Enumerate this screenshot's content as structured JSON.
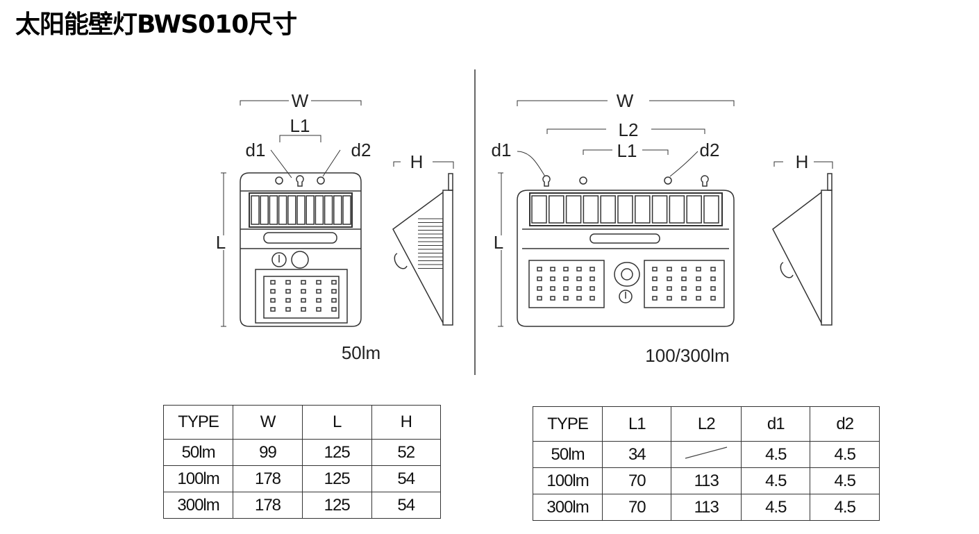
{
  "title": "太阳能壁灯BWS010尺寸",
  "drawing_left": {
    "w": "W",
    "l1": "L1",
    "d1": "d1",
    "d2": "d2",
    "l": "L",
    "h": "H",
    "caption": "50lm"
  },
  "drawing_right": {
    "w": "W",
    "l2": "L2",
    "l1": "L1",
    "d1": "d1",
    "d2": "d2",
    "l": "L",
    "h": "H",
    "caption": "100/300lm"
  },
  "table1": {
    "headers": [
      "TYPE",
      "W",
      "L",
      "H"
    ],
    "rows": [
      [
        "50lm",
        "99",
        "125",
        "52"
      ],
      [
        "100lm",
        "178",
        "125",
        "54"
      ],
      [
        "300lm",
        "178",
        "125",
        "54"
      ]
    ]
  },
  "table2": {
    "headers": [
      "TYPE",
      "L1",
      "L2",
      "d1",
      "d2"
    ],
    "rows": [
      [
        "50lm",
        "34",
        "",
        "4.5",
        "4.5"
      ],
      [
        "100lm",
        "70",
        "113",
        "4.5",
        "4.5"
      ],
      [
        "300lm",
        "70",
        "113",
        "4.5",
        "4.5"
      ]
    ]
  }
}
